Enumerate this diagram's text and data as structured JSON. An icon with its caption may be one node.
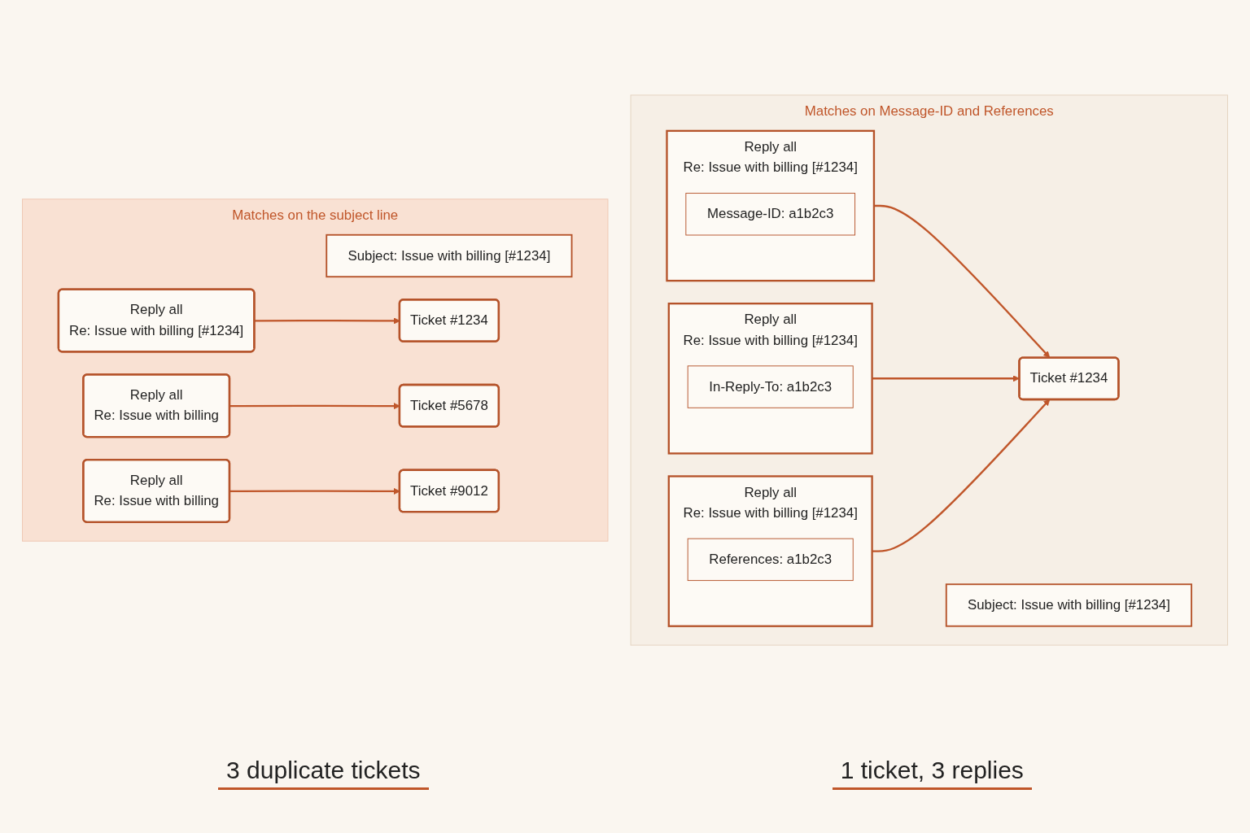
{
  "diagram": {
    "nodes": [
      {
        "text": [
          "Matches on the subject line"
        ]
      },
      {
        "text": [
          "Subject: Issue with billing [#1234]"
        ],
        "in": 0
      },
      {
        "text": [
          "Reply all",
          "Re: Issue with billing [#1234]"
        ],
        "in": 0
      },
      {
        "text": [
          "Ticket #1234"
        ],
        "in": 0
      },
      {
        "text": [
          "Reply all",
          "Re: Issue with billing"
        ],
        "in": 0
      },
      {
        "text": [
          "Ticket #5678"
        ],
        "in": 0
      },
      {
        "text": [
          "Reply all",
          "Re: Issue with billing"
        ],
        "in": 0
      },
      {
        "text": [
          "Ticket #9012"
        ],
        "in": 0
      },
      {
        "text": [
          "Matches on Message-ID and References"
        ]
      },
      {
        "text": [
          "Subject: Issue with billing [#1234]"
        ],
        "in": 8
      },
      {
        "text": [
          "Reply all",
          "Re: Issue with billing [#1234]"
        ],
        "in": 8
      },
      {
        "text": [
          "Message-ID: a1b2c3"
        ],
        "in": 10
      },
      {
        "text": [
          "Reply all",
          "Re: Issue with billing [#1234]"
        ],
        "in": 8
      },
      {
        "text": [
          "In-Reply-To: a1b2c3"
        ],
        "in": 12
      },
      {
        "text": [
          "Reply all",
          "Re: Issue with billing [#1234]"
        ],
        "in": 8
      },
      {
        "text": [
          "References: a1b2c3"
        ],
        "in": 14
      },
      {
        "text": [
          "Ticket #1234"
        ],
        "in": 8
      }
    ],
    "edges": [
      {
        "from": 2,
        "to": 3,
        "arrow": "to"
      },
      {
        "from": 4,
        "to": 5,
        "arrow": "to"
      },
      {
        "from": 6,
        "to": 7,
        "arrow": "to"
      },
      {
        "from": 10,
        "to": 16,
        "arrow": "to"
      },
      {
        "from": 12,
        "to": 16,
        "arrow": "to"
      },
      {
        "from": 14,
        "to": 16,
        "arrow": "to"
      }
    ],
    "labels": [
      "3 duplicate tickets",
      "1 ticket, 3 replies"
    ]
  }
}
